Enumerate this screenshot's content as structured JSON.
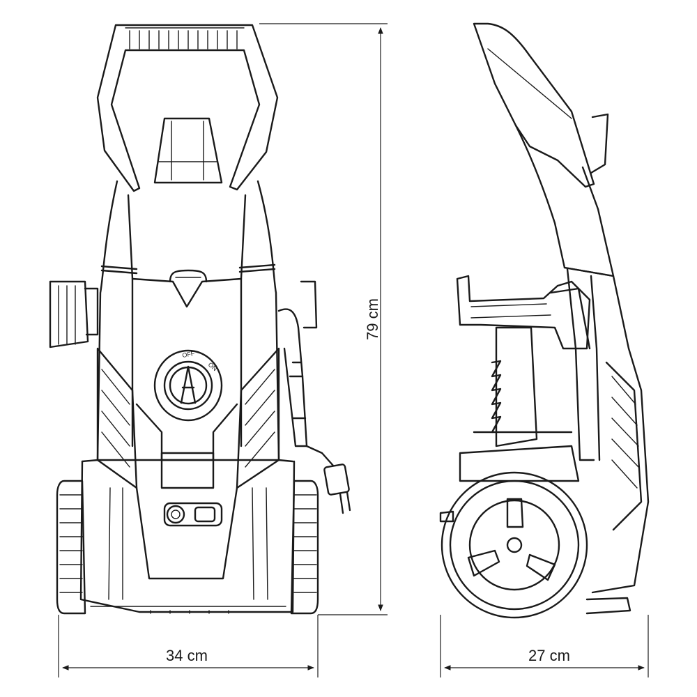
{
  "dimensions": {
    "height": "79 cm",
    "width_front": "34 cm",
    "depth_side": "27 cm"
  },
  "dial": {
    "off_label": "OFF",
    "on_label": "ON"
  },
  "colors": {
    "line": "#1a1a1a",
    "background": "#ffffff"
  }
}
